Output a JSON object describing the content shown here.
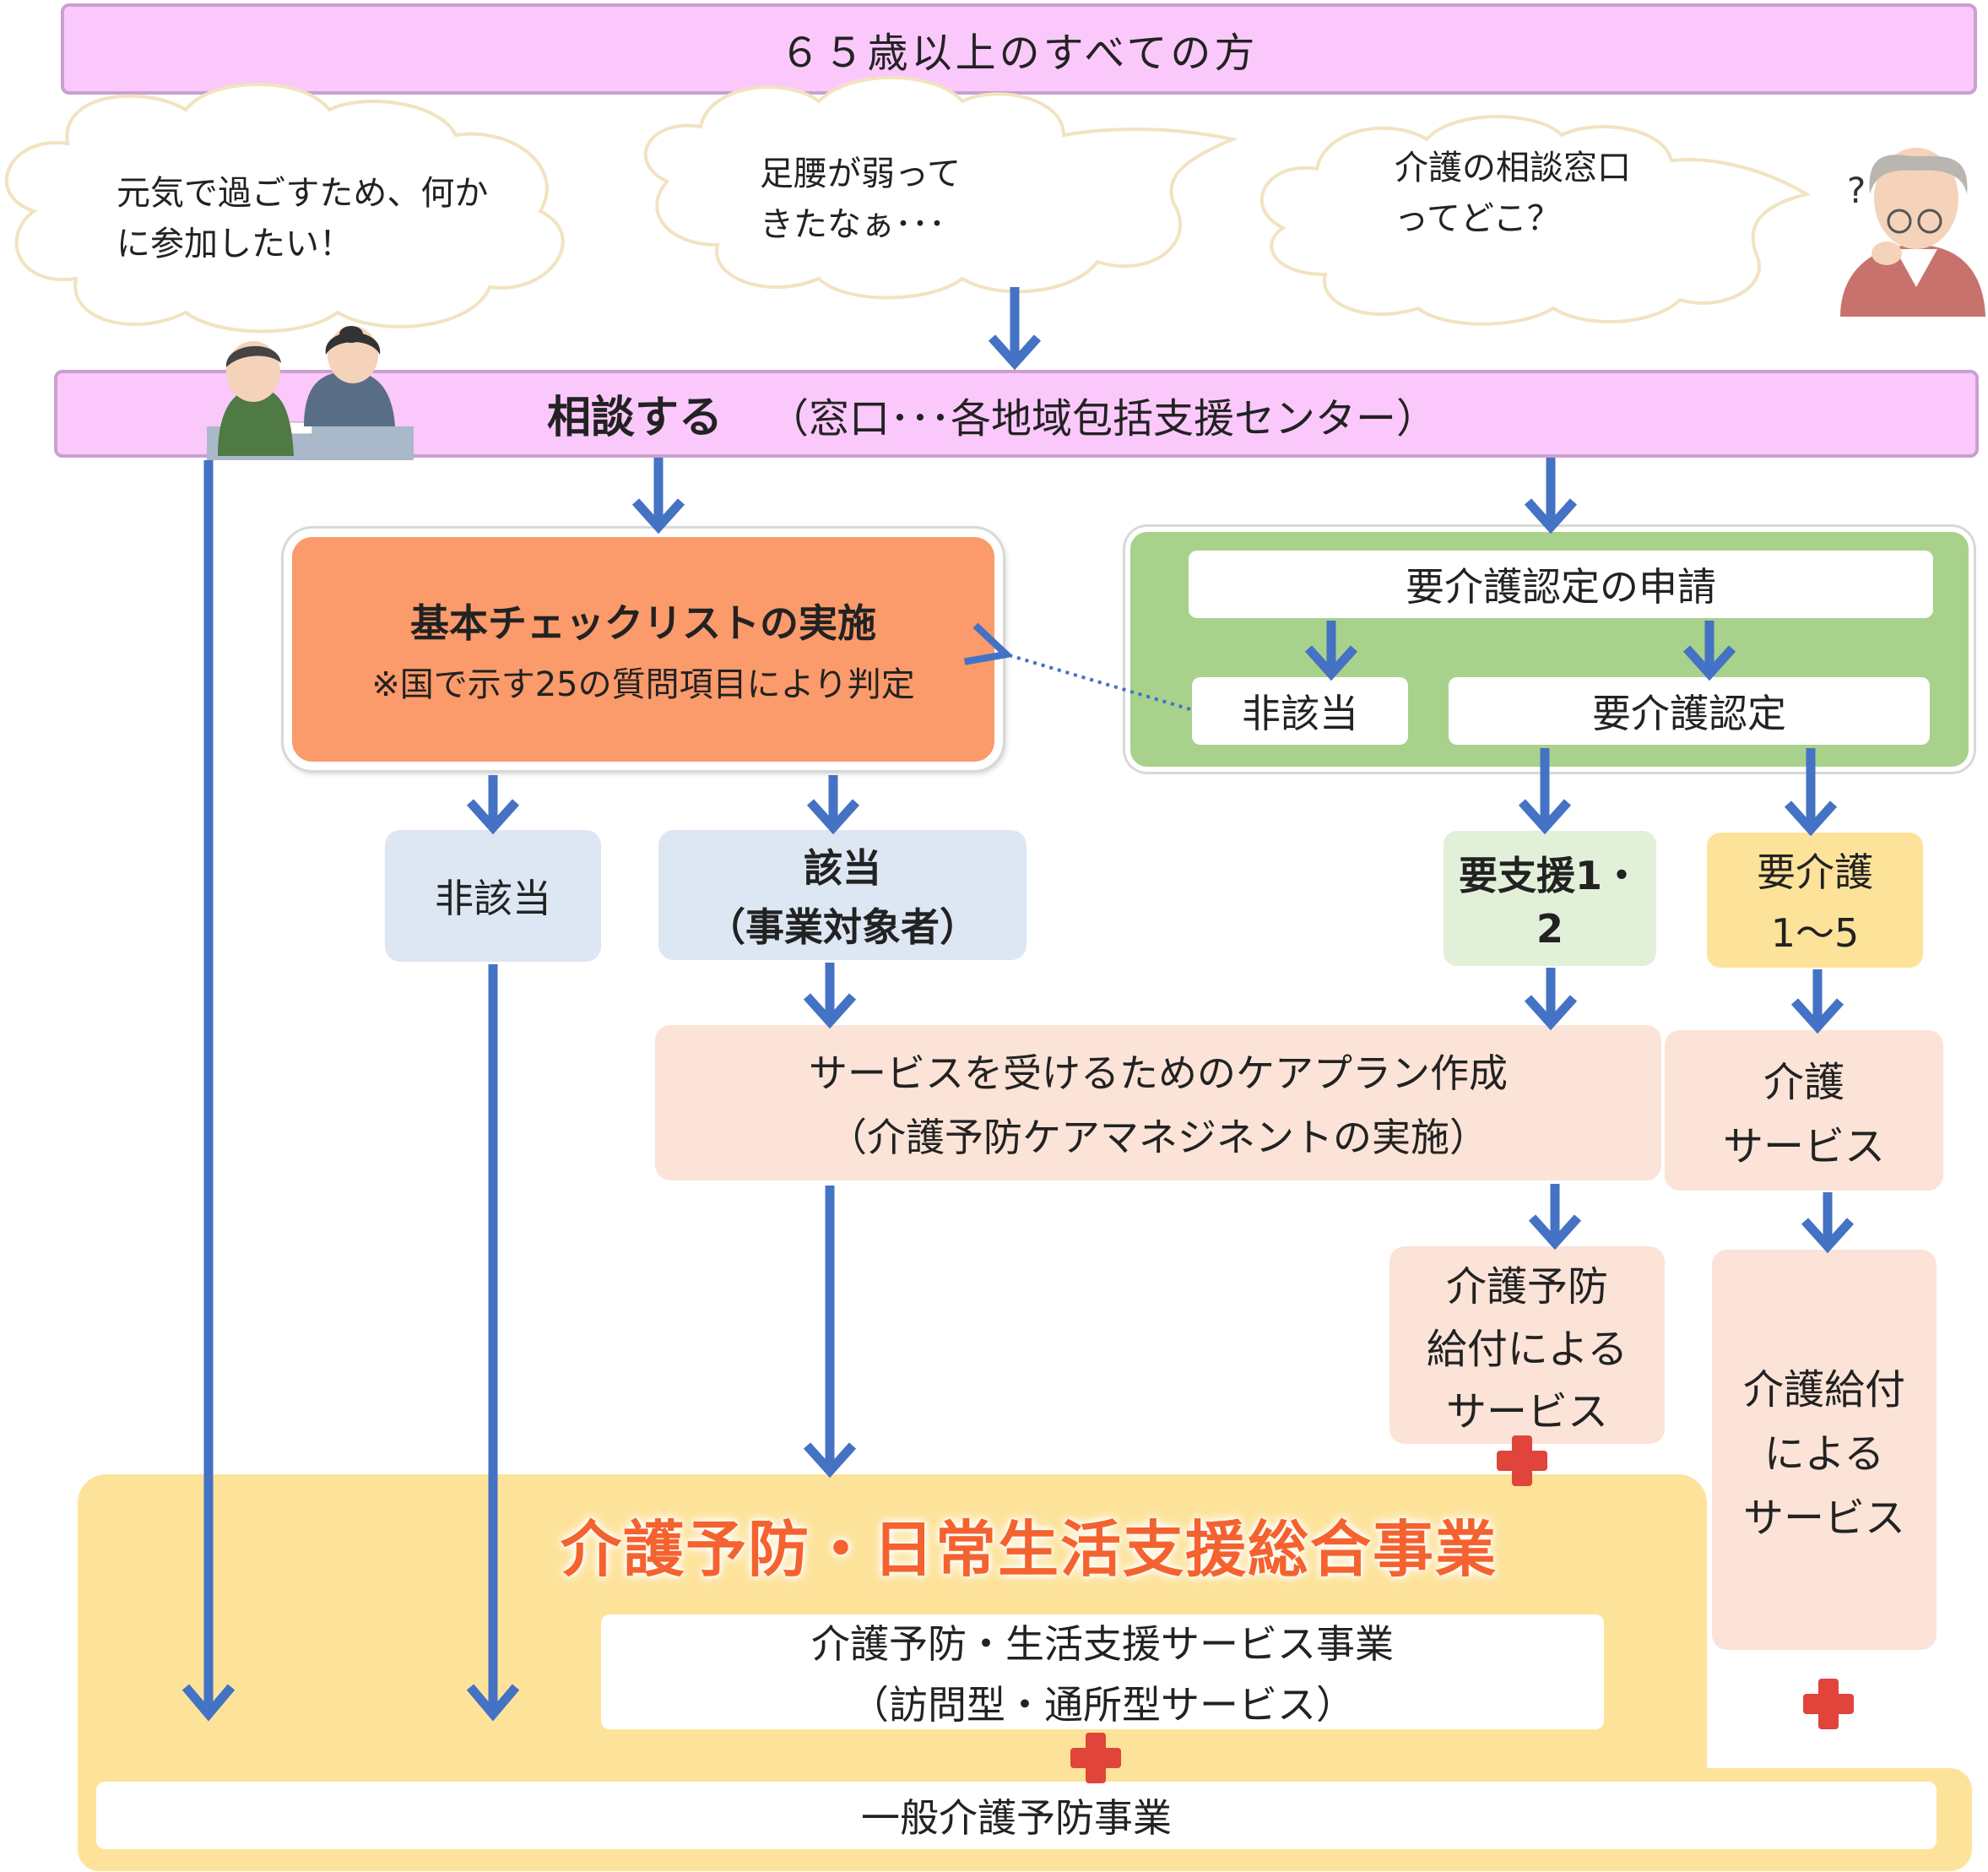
{
  "header": {
    "title": "６５歳以上のすべての方"
  },
  "thoughts": [
    {
      "lines": [
        "元気で過ごすため、何か",
        "に参加したい！"
      ]
    },
    {
      "lines": [
        "足腰が弱って",
        "きたなぁ･･･"
      ]
    },
    {
      "lines": [
        "介護の相談窓口",
        "ってどこ？"
      ]
    }
  ],
  "question_mark": "？",
  "consult": {
    "main": "相談する",
    "sub": "（窓口･･･各地域包括支援センター）"
  },
  "checklist": {
    "title": "基本チェックリストの実施",
    "note": "※国で示す25の質問項目により判定"
  },
  "certification": {
    "application": "要介護認定の申請",
    "not_applicable": "非該当",
    "certified": "要介護認定"
  },
  "results": {
    "non_applicable": "非該当",
    "applicable_line1": "該当",
    "applicable_line2": "（事業対象者）",
    "support_line1": "要支援1・",
    "support_line2": "2",
    "care_line1": "要介護",
    "care_line2": "1～5"
  },
  "careplan": {
    "line1": "サービスを受けるためのケアプラン作成",
    "line2": "（介護予防ケアマネジネントの実施）"
  },
  "care_service": {
    "line1": "介護",
    "line2": "サービス"
  },
  "prevention_benefit": {
    "line1": "介護予防",
    "line2": "給付による",
    "line3": "サービス"
  },
  "care_benefit": {
    "line1": "介護給付",
    "line2": "による",
    "line3": "サービス"
  },
  "program": {
    "title": "介護予防・日常生活支援総合事業",
    "service_line1": "介護予防・生活支援サービス事業",
    "service_line2": "（訪問型・通所型サービス）",
    "general": "一般介護予防事業"
  },
  "colors": {
    "arrow": "#4472c4",
    "pink": "#fbc8fb",
    "orange": "#fb9a6a",
    "green": "#a8d18c",
    "yellow": "#fde39a",
    "peach": "#fbe3d8",
    "lightblue": "#dce7f3",
    "plus": "#e0443a",
    "title_red": "#f4622f"
  },
  "icons": [
    "thought-cloud-icon",
    "elderly-person-icon",
    "consultation-illustration-icon",
    "plus-icon"
  ]
}
